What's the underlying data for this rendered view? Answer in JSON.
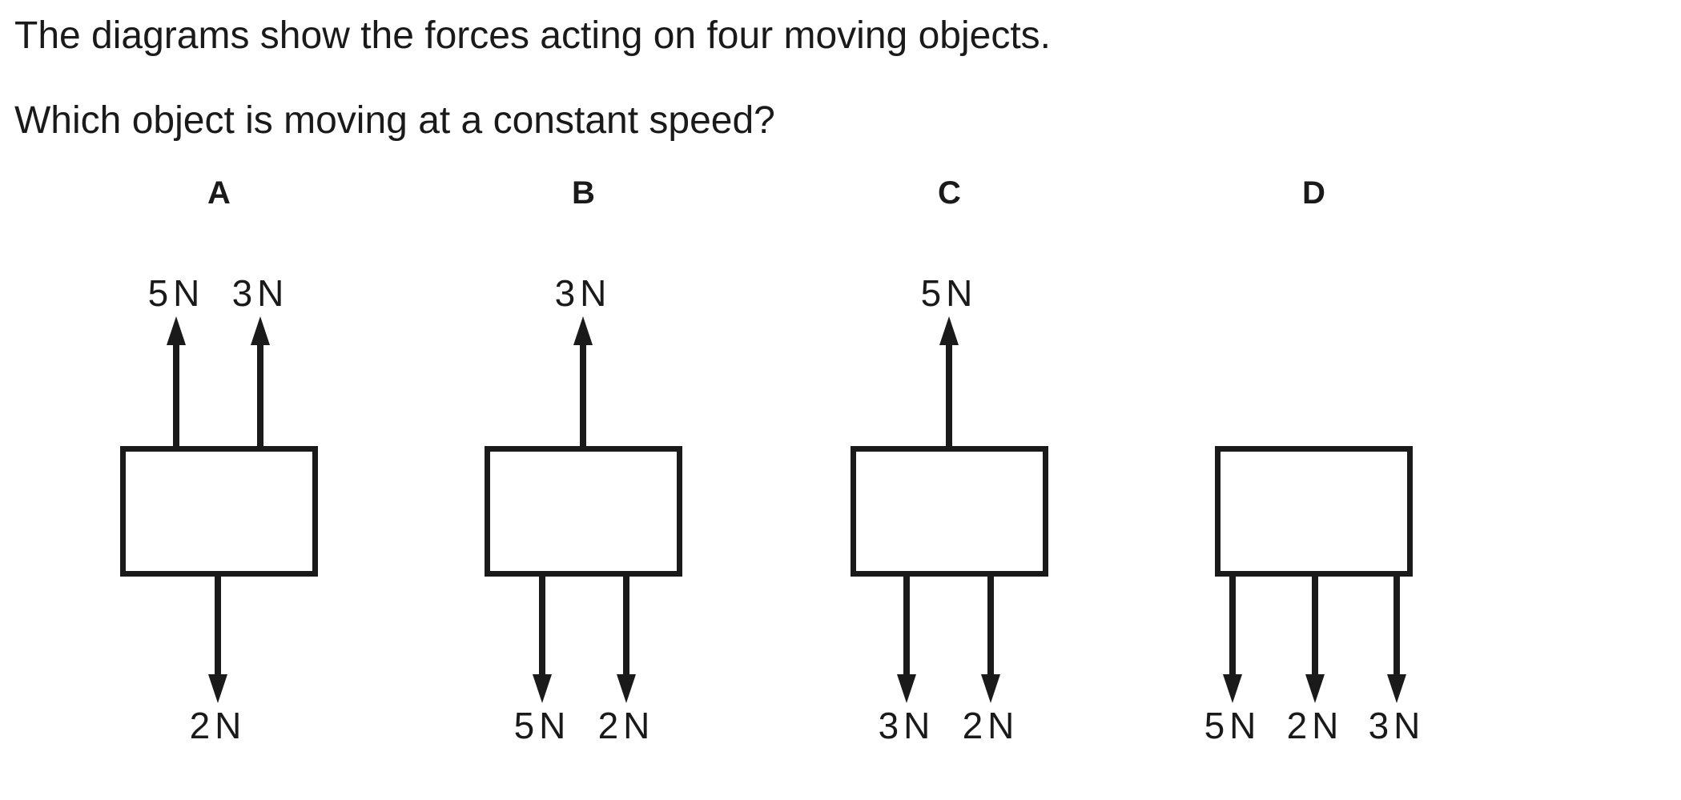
{
  "question": {
    "line1": "The diagrams show the forces acting on four moving objects.",
    "line2": "Which object is moving at a constant speed?"
  },
  "diagrams": [
    {
      "label": "A",
      "up_forces": [
        "5N",
        "3N"
      ],
      "down_forces": [
        "2N"
      ]
    },
    {
      "label": "B",
      "up_forces": [
        "3N"
      ],
      "down_forces": [
        "5N",
        "2N"
      ]
    },
    {
      "label": "C",
      "up_forces": [
        "5N"
      ],
      "down_forces": [
        "3N",
        "2N"
      ]
    },
    {
      "label": "D",
      "up_forces": [],
      "down_forces": [
        "5N",
        "2N",
        "3N"
      ]
    }
  ],
  "colors": {
    "ink": "#1a1a1a",
    "background": "#ffffff"
  }
}
